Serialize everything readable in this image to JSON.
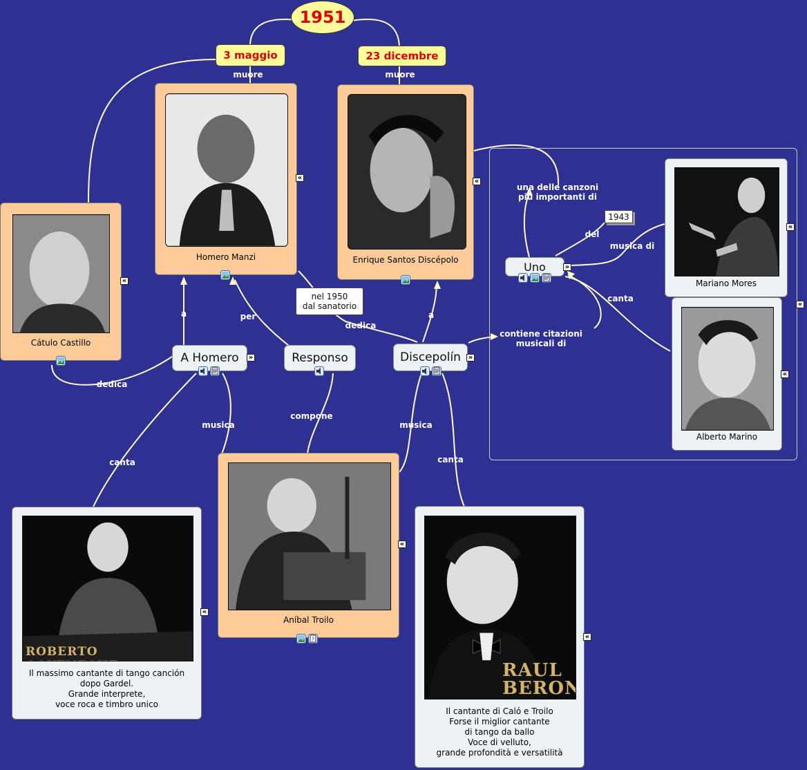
{
  "year": "1951",
  "dates": {
    "manzi": "3 maggio",
    "discepolo": "23 dicembre"
  },
  "people": {
    "manzi": {
      "name": "Homero Manzi"
    },
    "discepolo": {
      "name": "Enrique Santos Discépolo"
    },
    "castillo": {
      "name": "Cátulo Castillo"
    },
    "troilo": {
      "name": "Aníbal Troilo"
    },
    "mores": {
      "name": "Mariano Mores"
    },
    "marino": {
      "name": "Alberto Marino"
    },
    "goyeneche": {
      "name_overlay": "ROBERTO GOYENECHE",
      "description": "Il massimo cantante di tango canción\ndopo Gardel.\nGrande interprete,\nvoce roca e timbro unico"
    },
    "beron": {
      "name_overlay": "RAUL BERON",
      "description": "Il cantante di Caló e Troilo\nForse il miglior cantante\ndi tango da ballo\nVoce di velluto,\ngrande profondità e versatilità"
    }
  },
  "songs": {
    "a_homero": "A Homero",
    "responso": "Responso",
    "discepolin": "Discepolín",
    "uno": "Uno"
  },
  "notes": {
    "sanatorio": "nel 1950\ndal sanatorio",
    "year_uno": "1943"
  },
  "link_labels": {
    "muore_1": "muore",
    "muore_2": "muore",
    "dedica_castillo": "dedica",
    "a_manzi": "a",
    "per": "per",
    "dedica_discepolo": "dedica",
    "a_discepolo": "a",
    "compone": "compone",
    "musica_homero": "musica",
    "canta_goyeneche": "canta",
    "musica_discepolin": "musica",
    "canta_beron": "canta",
    "una_delle": "una delle canzoni\npiù importanti di",
    "del": "del",
    "musica_di": "musica di",
    "canta_marino": "canta",
    "contiene": "contiene citazioni\nmusicali di"
  },
  "colors": {
    "background": "#2e3192",
    "card_orange": "#ffcc99",
    "card_light": "#edf2f5",
    "date_fill": "#ffff99",
    "date_text": "#dd0000",
    "connector": "#fffbc8"
  },
  "icons": [
    "speaker-icon",
    "image-icon",
    "document-icon",
    "help-icon",
    "collapse-chevron-icon"
  ]
}
